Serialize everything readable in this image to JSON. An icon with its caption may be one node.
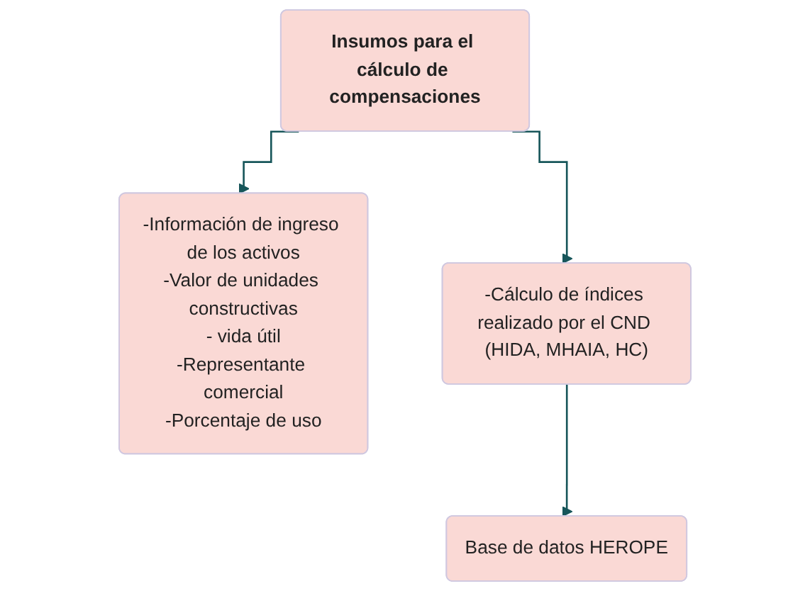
{
  "diagram": {
    "nodes": [
      {
        "text": [
          "Insumos para el cálculo de compensaciones"
        ]
      },
      {
        "text": [
          "-Información de ingreso de los activos",
          "-Valor de unidades constructivas",
          "- vida útil",
          "-Representante comercial",
          "-Porcentaje de uso"
        ]
      },
      {
        "text": [
          "-Cálculo de índices realizado por el CND (HIDA, MHAIA, HC)"
        ]
      },
      {
        "text": [
          "Base de datos HEROPE"
        ]
      }
    ],
    "edges": [
      {
        "from": 0,
        "to": 1,
        "arrow": "to"
      },
      {
        "from": 0,
        "to": 2,
        "arrow": "to"
      },
      {
        "from": 2,
        "to": 3,
        "arrow": "to"
      }
    ]
  }
}
